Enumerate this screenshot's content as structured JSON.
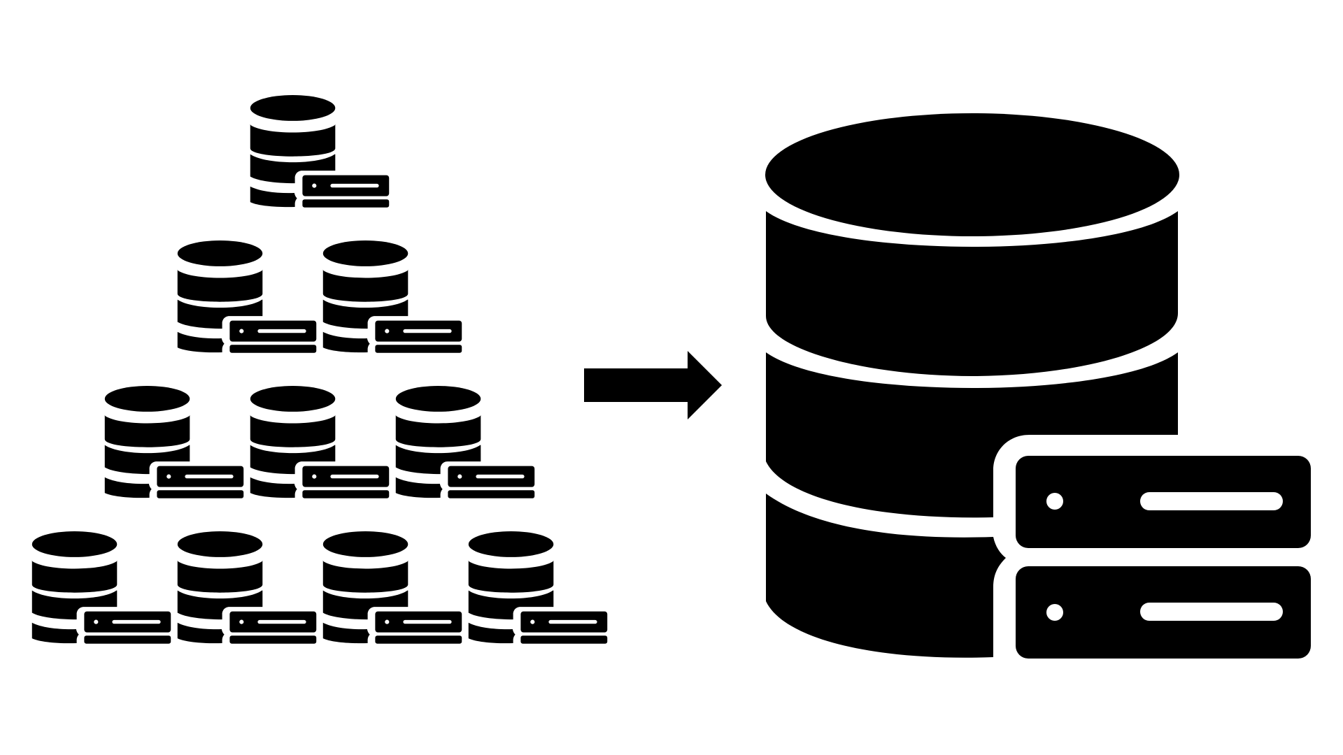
{
  "diagram": {
    "description_free": true,
    "colors": {
      "background": "#ffffff",
      "foreground": "#000000"
    },
    "source_group": {
      "icon": "database-server-icon",
      "rows": [
        1,
        2,
        3,
        4
      ]
    },
    "connector": {
      "icon": "arrow-right-icon",
      "direction": "right"
    },
    "target": {
      "icon": "database-server-icon",
      "count": 1
    }
  }
}
